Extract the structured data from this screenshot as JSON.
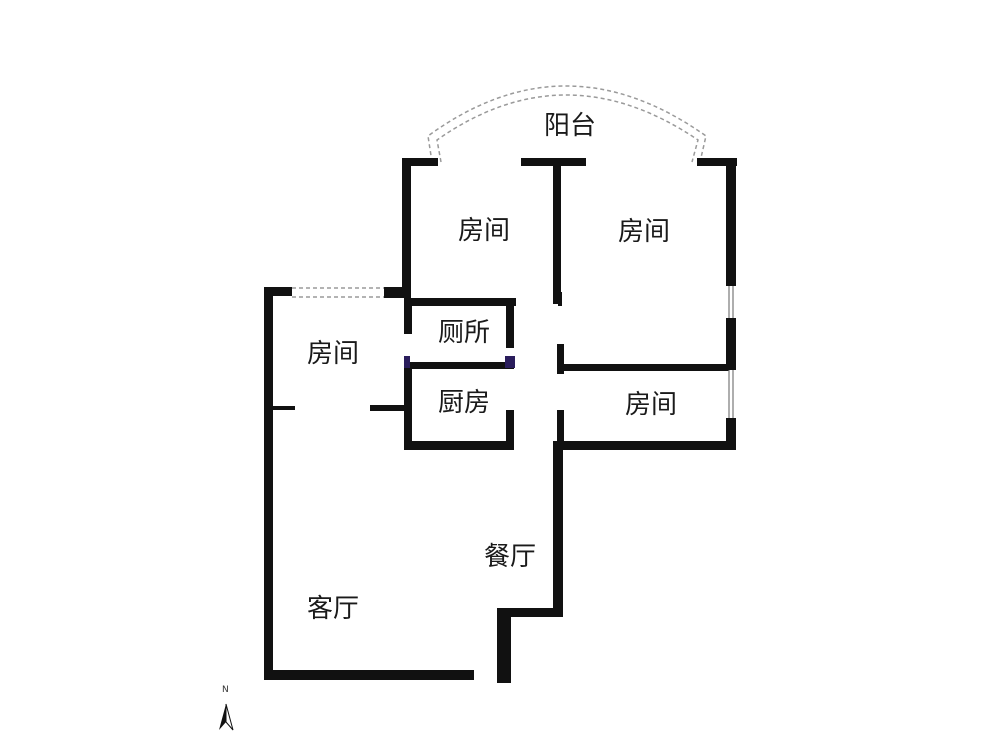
{
  "rooms": {
    "balcony": "阳台",
    "bedroom_top_left": "房间",
    "bedroom_top_right": "房间",
    "bedroom_left": "房间",
    "bedroom_right": "房间",
    "toilet": "厕所",
    "kitchen": "厨房",
    "dining": "餐厅",
    "living": "客厅"
  },
  "compass": {
    "north_label": "N",
    "icon": "north-arrow-icon"
  },
  "colors": {
    "wall": "#111111",
    "accent": "#2a1d5c",
    "dashed": "#9a9a9a"
  }
}
